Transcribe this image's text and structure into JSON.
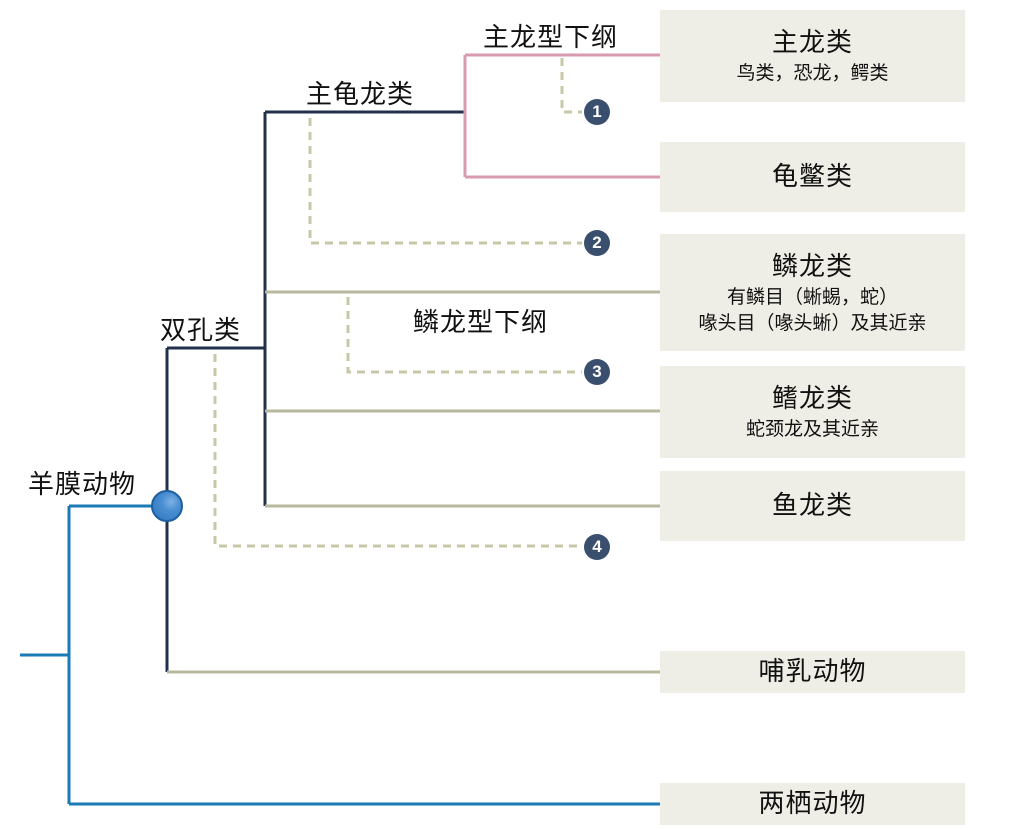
{
  "colors": {
    "amniota_line": "#1a7ab5",
    "diapsida_line": "#22304d",
    "archosaur_line": "#d99ab0",
    "branch_line": "#b8b89e",
    "dashed_line": "#c8c8a8",
    "badge_bg": "#3a4e6e",
    "box_bg": "#efeee6",
    "node_fill": "#4a8fd2"
  },
  "clade_labels": {
    "amniota": "羊膜动物",
    "diapsida": "双孔类",
    "archelosauria": "主龟龙类",
    "archosauromorpha": "主龙型下纲",
    "lepidosauromorpha": "鳞龙型下纲"
  },
  "taxa": [
    {
      "title": "主龙类",
      "subtitle": [
        "鸟类，恐龙，鳄类"
      ]
    },
    {
      "title": "龟鳖类",
      "subtitle": []
    },
    {
      "title": "鳞龙类",
      "subtitle": [
        "有鳞目（蜥蜴，蛇）",
        "喙头目（喙头蜥）及其近亲"
      ]
    },
    {
      "title": "鳍龙类",
      "subtitle": [
        "蛇颈龙及其近亲"
      ]
    },
    {
      "title": "鱼龙类",
      "subtitle": []
    },
    {
      "title": "哺乳动物",
      "subtitle": []
    },
    {
      "title": "两栖动物",
      "subtitle": []
    }
  ],
  "badges": [
    "1",
    "2",
    "3",
    "4"
  ]
}
